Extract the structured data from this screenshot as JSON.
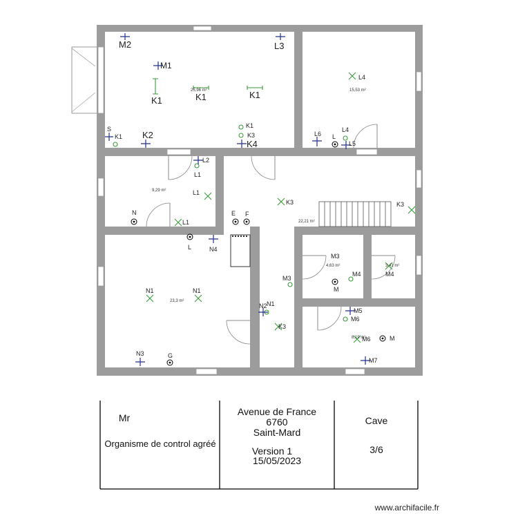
{
  "rooms": {
    "area_a": "25,96 m²",
    "area_b": "15,53 m²",
    "area_c": "9,29 m²",
    "area_d": "22,21 m²",
    "area_e": "23,3 m²",
    "area_f": "4,63 m²",
    "area_g": "3,41 m²",
    "area_h": "8,19 m²"
  },
  "symbols": {
    "m2": "M2",
    "m1": "M1",
    "l3": "L3",
    "k1a": "K1",
    "k1b": "K1",
    "k1c": "K1",
    "k1d": "K1",
    "k1e": "K1",
    "s": "S",
    "k2": "K2",
    "k3a": "K3",
    "k4": "K4",
    "l4a": "L4",
    "l6": "L6",
    "l": "L",
    "l4b": "L4",
    "l5": "L5",
    "l2": "L2",
    "l1a": "L1",
    "l1b": "L1",
    "l1c": "L1",
    "n": "N",
    "e": "E",
    "f": "F",
    "k3b": "K3",
    "k3c": "K3",
    "lb": "L",
    "n4": "N4",
    "m3a": "M3",
    "m3b": "M3",
    "m4a": "M4",
    "m4b": "M4",
    "m": "M",
    "n1a": "N1",
    "n1b": "N1",
    "n2": "N2",
    "n1c": "N1",
    "k3d": "K3",
    "m5": "M5",
    "m6a": "M6",
    "m6b": "M6",
    "mb": "M",
    "m7": "M7",
    "n3": "N3",
    "g": "G"
  },
  "title_block": {
    "owner": "Mr",
    "organism": "Organisme de control agréé",
    "street": "Avenue de France",
    "postcode": "6760",
    "city": "Saint-Mard",
    "version": "Version 1",
    "date": "15/05/2023",
    "level": "Cave",
    "page": "3/6"
  },
  "credit": "www.archifacile.fr",
  "colors": {
    "wall": "#9c9c9c",
    "blue_symbol": "#1e2f8a",
    "green_symbol": "#3a9a3a"
  }
}
